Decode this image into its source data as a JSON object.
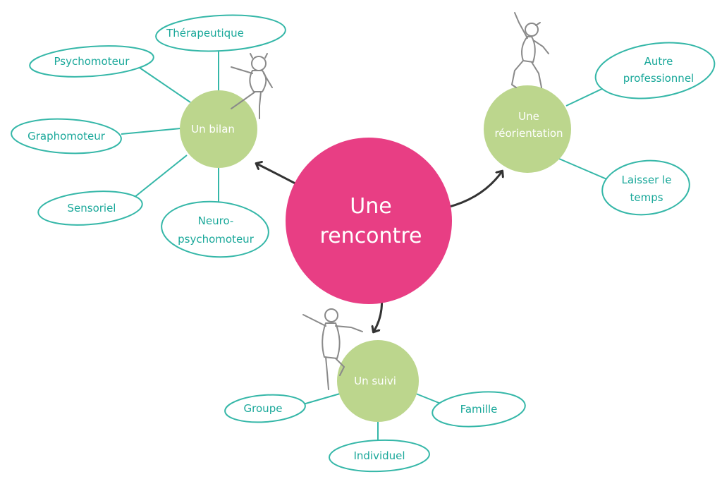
{
  "center": {
    "line1": "Une",
    "line2": "rencontre",
    "color": "#e83e84"
  },
  "colors": {
    "hub": "#bcd68d",
    "leaf_stroke": "#35b7a8",
    "leaf_text": "#1aa89a",
    "arrow": "#333333"
  },
  "bilan": {
    "label": "Un bilan",
    "leaves": {
      "therapeutique": "Thérapeutique",
      "psychomoteur": "Psychomoteur",
      "graphomoteur": "Graphomoteur",
      "sensoriel": "Sensoriel",
      "neuro_line1": "Neuro-",
      "neuro_line2": "psychomoteur"
    }
  },
  "reorientation": {
    "line1": "Une",
    "line2": "réorientation",
    "leaves": {
      "autre_line1": "Autre",
      "autre_line2": "professionnel",
      "laisser_line1": "Laisser le",
      "laisser_line2": "temps"
    }
  },
  "suivi": {
    "label": "Un suivi",
    "leaves": {
      "groupe": "Groupe",
      "famille": "Famille",
      "individuel": "Individuel"
    }
  }
}
